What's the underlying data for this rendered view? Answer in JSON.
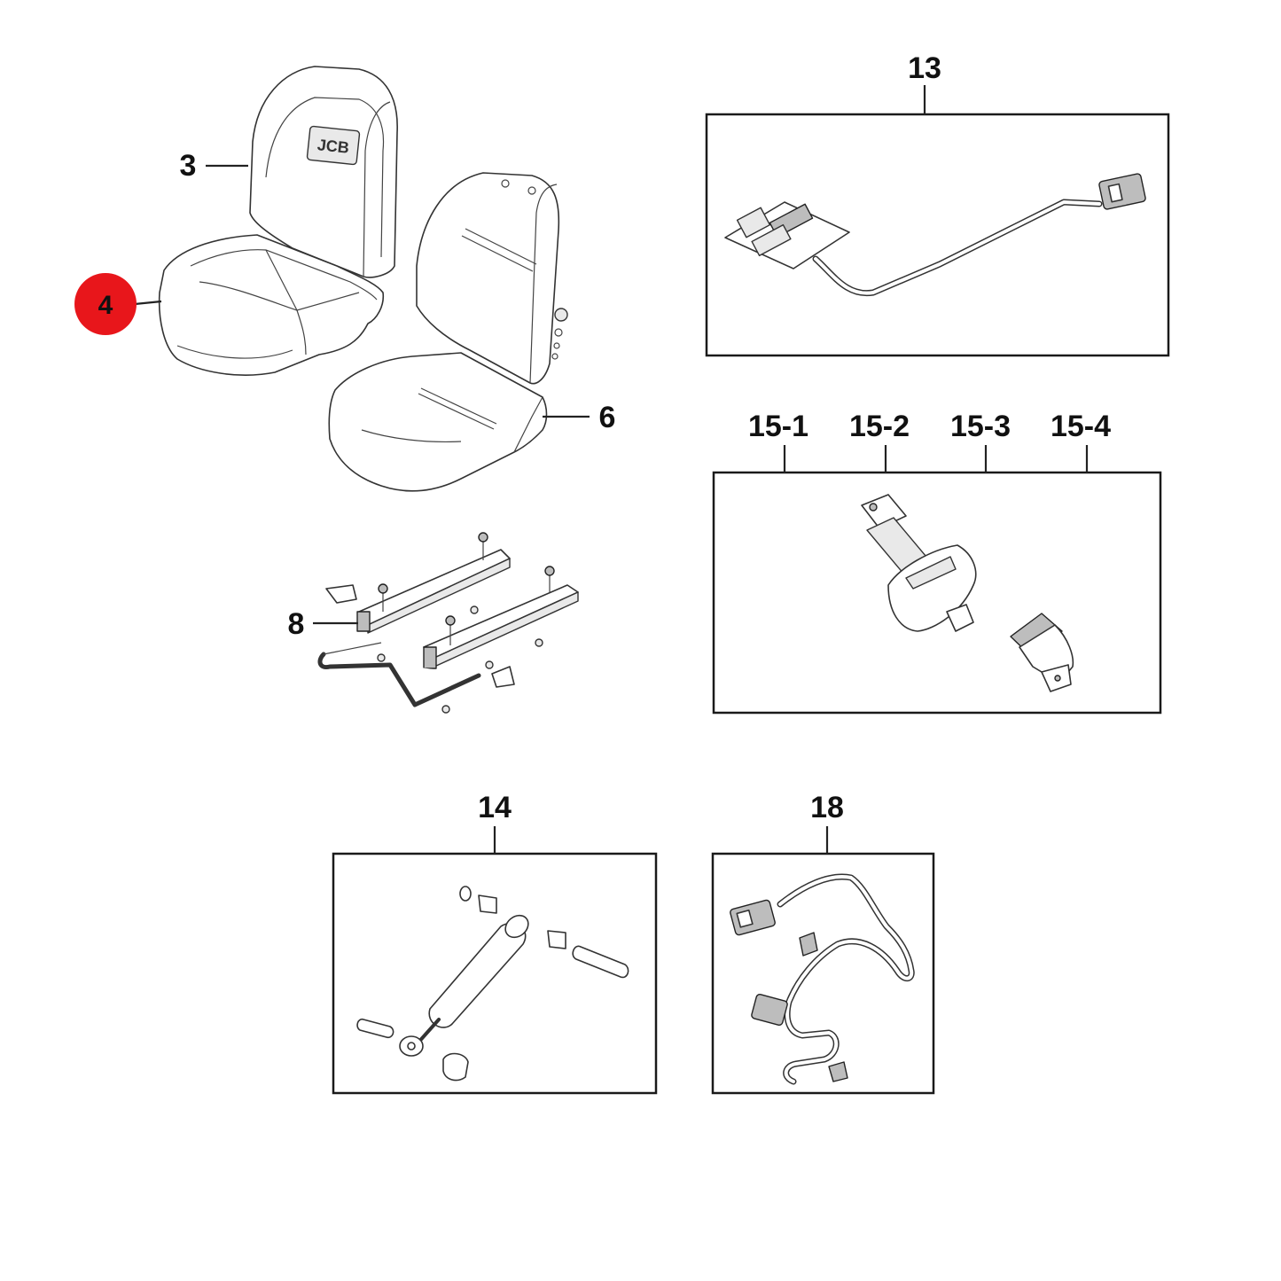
{
  "highlight_color": "#e8161b",
  "callouts": {
    "c3": "3",
    "c4": "4",
    "c6": "6",
    "c8": "8",
    "c13": "13",
    "c14": "14",
    "c18": "18",
    "c15_1": "15-1",
    "c15_2": "15-2",
    "c15_3": "15-3",
    "c15_4": "15-4"
  },
  "logo_text": "JCB",
  "highlighted_part": "4"
}
